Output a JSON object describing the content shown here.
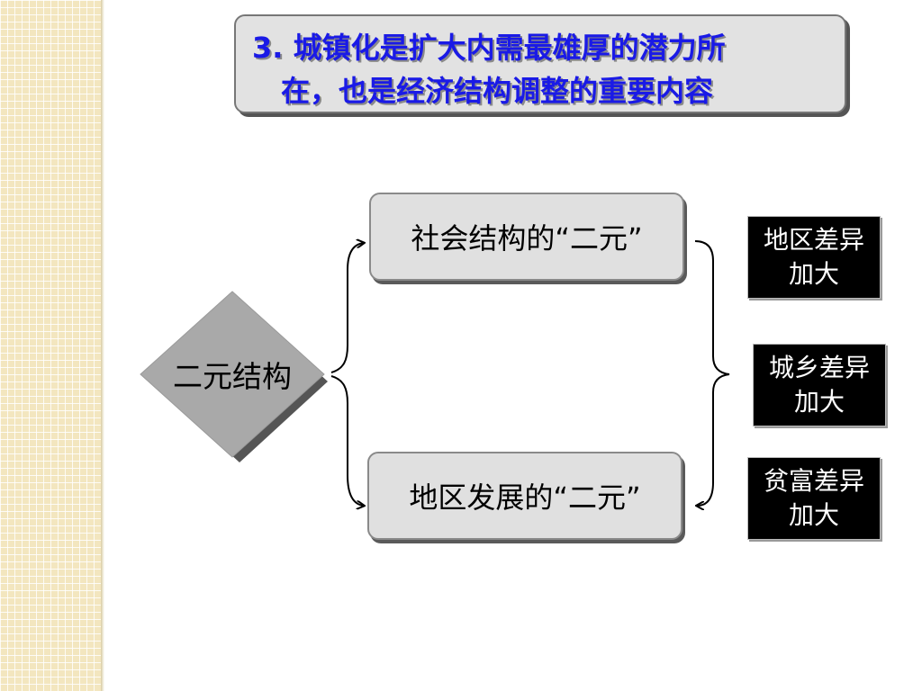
{
  "title": {
    "line1": "3. 城镇化是扩大内需最雄厚的潜力所",
    "line2": "在，也是经济结构调整的重要内容"
  },
  "diagram": {
    "center_label": "二元结构",
    "branches": [
      {
        "label": "社会结构的“二元”"
      },
      {
        "label": "地区发展的“二元”"
      }
    ],
    "results": [
      {
        "line1": "地区差异",
        "line2": "加大"
      },
      {
        "line1": "城乡差异",
        "line2": "加大"
      },
      {
        "line1": "贫富差异",
        "line2": "加大"
      }
    ]
  },
  "colors": {
    "title_text": "#1a1ae6",
    "box_fill": "#e0e0e0",
    "diamond_fill": "#a9a9a9",
    "result_fill": "#000000",
    "side_pattern": "#f3e6bf"
  }
}
